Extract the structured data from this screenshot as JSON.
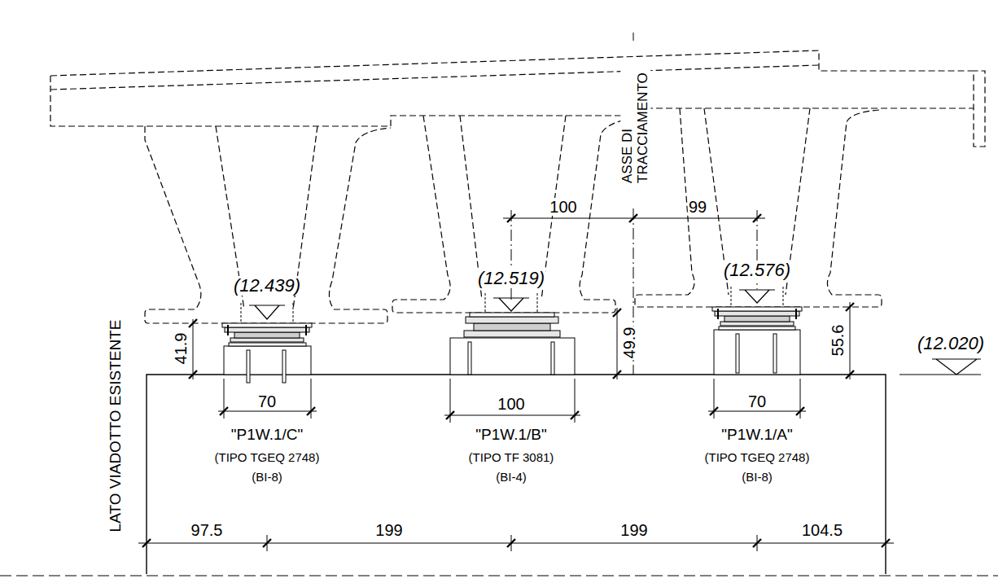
{
  "diagram": {
    "labels": [
      "ASSE DI TRACCIAMENTO",
      "100",
      "99",
      "(12.439)",
      "(12.519)",
      "(12.576)",
      "41.9",
      "49.9",
      "55.6",
      "(12.020)",
      "70",
      "100",
      "70",
      "\"P1W.1/C\"",
      "(TIPO TGEQ 2748)",
      "(BI-8)",
      "\"P1W.1/B\"",
      "(TIPO TF 3081)",
      "(BI-4)",
      "\"P1W.1/A\"",
      "(TIPO TGEQ 2748)",
      "(BI-8)",
      "97.5",
      "199",
      "199",
      "104.5",
      "LATO VIADOTTO ESISTENTE"
    ]
  }
}
